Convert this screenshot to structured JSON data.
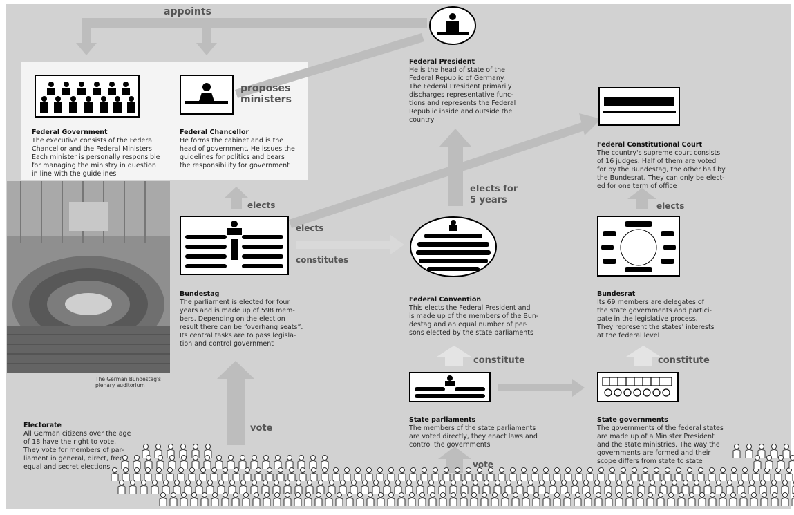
{
  "labels": {
    "appoints": "appoints",
    "proposes_ministers": "proposes\nministers",
    "elects_gov": "elects",
    "elects_court": "elects",
    "constitutes": "constitutes",
    "elects_for_5_years": "elects for\n5 years",
    "elects_bundesrat": "elects",
    "constitute_state_parl": "constitute",
    "constitute_state_gov": "constitute",
    "vote_bundestag": "vote",
    "vote_state": "vote"
  },
  "nodes": {
    "federal_government": {
      "title": "Federal Government",
      "text": "The executive consists of the Federal\nChancellor and the Federal Ministers.\nEach minister is personally responsible\nfor managing the ministry in question\nin line with the guidelines"
    },
    "federal_chancellor": {
      "title": "Federal Chancellor",
      "text": "He forms the cabinet and is the\nhead of government. He issues the\nguidelines for politics and bears\nthe responsibility for government"
    },
    "federal_president": {
      "title": "Federal President",
      "text": "He is the head of state of the\nFederal Republic of Germany.\nThe Federal President primarily\ndischarges representative func-\ntions and represents the Federal\nRepublic inside and outside the\ncountry"
    },
    "federal_constitutional_court": {
      "title": "Federal Constitutional Court",
      "text": "The country's supreme court consists\nof 16 judges. Half of them are voted\nfor by the Bundestag, the other half by\nthe Bundesrat. They can only be elect-\ned for one term of office"
    },
    "bundestag": {
      "title": "Bundestag",
      "text": "The parliament is elected for four\nyears and is made up of 598 mem-\nbers. Depending on the election\nresult there can be “overhang seats”.\nIts central tasks are to pass legisla-\ntion and control government"
    },
    "federal_convention": {
      "title": "Federal Convention",
      "text": "This elects the Federal President and\nis made up of the members of the Bun-\ndestag and an equal number of per-\nsons elected by the state parliaments"
    },
    "bundesrat": {
      "title": "Bundesrat",
      "text": "Its 69 members are delegates of\nthe state governments and partici-\npate in the legislative process.\nThey represent the states' interests\nat the federal level"
    },
    "state_parliaments": {
      "title": "State parliaments",
      "text": "The members of the state parliaments\nare voted directly, they enact laws and\ncontrol the governments"
    },
    "state_governments": {
      "title": "State governments",
      "text": "The governments of the federal states\nare made up of a Minister President\nand the state ministries. The way the\ngovernments are formed and their\nscope differs from state to state"
    },
    "electorate": {
      "title": "Electorate",
      "text": "All German citizens over the age\nof 18 have the right to vote.\nThey vote for members of par-\nliament in general, direct, free,\nequal and secret elections"
    }
  },
  "photo_caption": "The German Bundestag's\nplenary auditorium"
}
